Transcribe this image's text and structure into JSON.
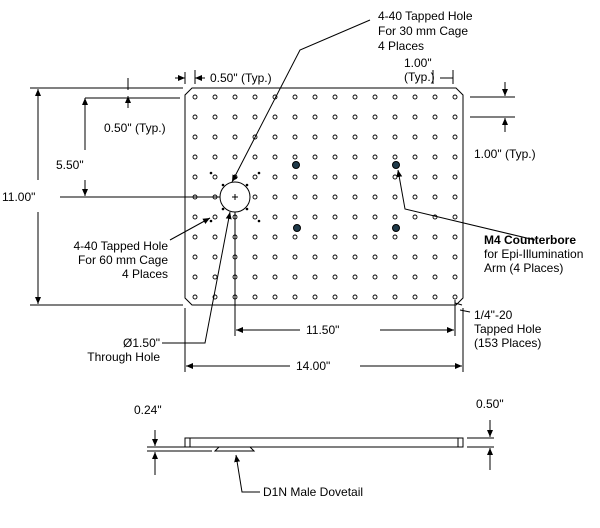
{
  "labels": {
    "cage30": [
      "4-40 Tapped Hole",
      "For 30 mm Cage",
      "4 Places"
    ],
    "pitch_typ_x": "0.50\" (Typ.)",
    "spacing_typ_x": [
      "1.00\"",
      "(Typ.)"
    ],
    "half_height": "5.50\"",
    "pitch_typ_y": "0.50\" (Typ.)",
    "height": "11.00\"",
    "spacing_typ_y": "1.00\" (Typ.)",
    "counterbore": [
      "M4 Counterbore",
      "for Epi-Illumination",
      "Arm (4 Places)"
    ],
    "cage60": [
      "4-40 Tapped Hole",
      "For 60 mm Cage",
      "4 Places"
    ],
    "offset": "11.50\"",
    "tapped": [
      "1/4\"-20",
      "Tapped Hole",
      "(153 Places)"
    ],
    "through": [
      "Ø1.50\"",
      "Through Hole"
    ],
    "width": "14.00\"",
    "dovetail_height": "0.24\"",
    "thickness": "0.50\"",
    "dovetail": "D1N Male Dovetail"
  },
  "grid": {
    "columns": 14,
    "rows": 11
  },
  "colors": {
    "counterbore": "#1f3a4a"
  }
}
